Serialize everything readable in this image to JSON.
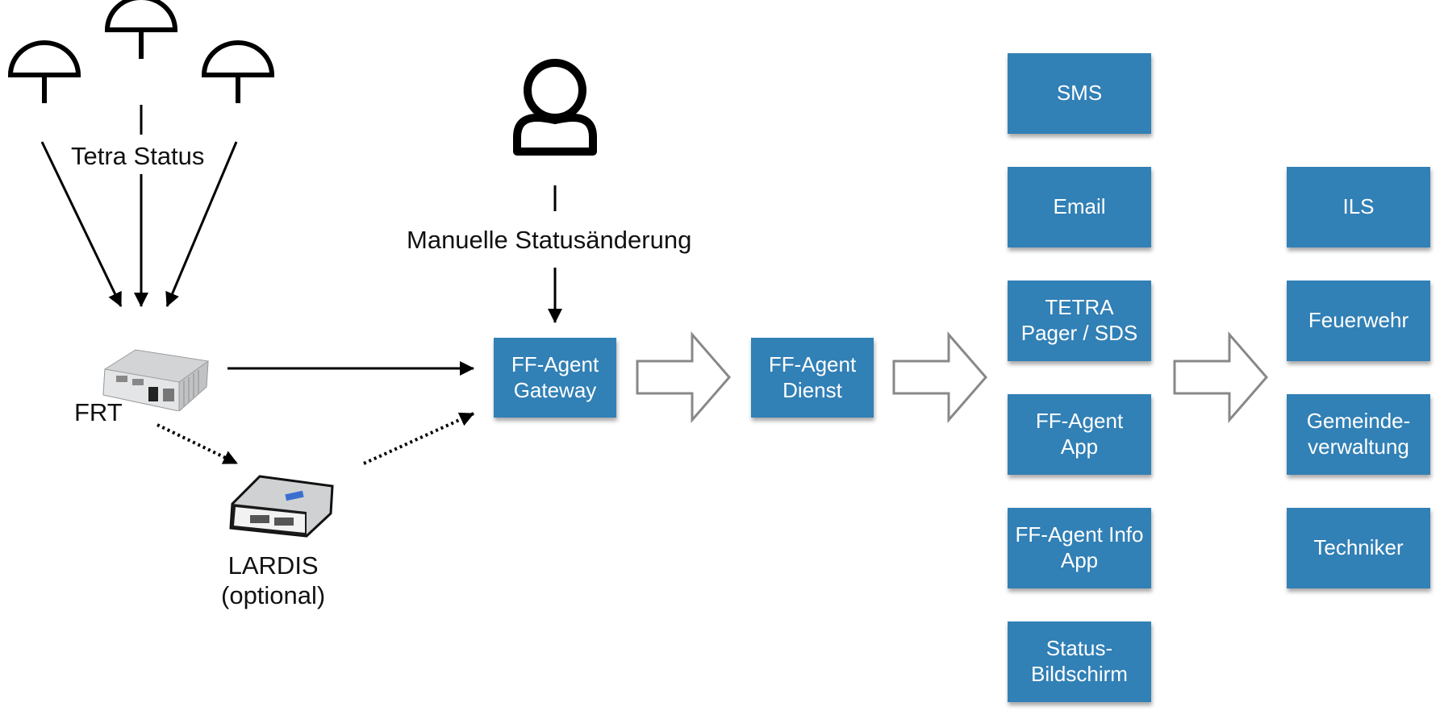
{
  "labels": {
    "tetra_status": "Tetra Status",
    "manual_status": "Manuelle Statusänderung",
    "frt": "FRT",
    "lardis": "LARDIS\n(optional)"
  },
  "core": {
    "gateway": "FF-Agent\nGateway",
    "dienst": "FF-Agent\nDienst"
  },
  "channels": [
    "SMS",
    "Email",
    "TETRA\nPager / SDS",
    "FF-Agent\nApp",
    "FF-Agent Info\nApp",
    "Status-\nBildschirm"
  ],
  "recipients": [
    "ILS",
    "Feuerwehr",
    "Gemeinde-\nverwaltung",
    "Techniker"
  ],
  "colors": {
    "box": "#3180b6",
    "box_text": "#ffffff",
    "hollow_arrow": "#888888",
    "line": "#000000"
  }
}
